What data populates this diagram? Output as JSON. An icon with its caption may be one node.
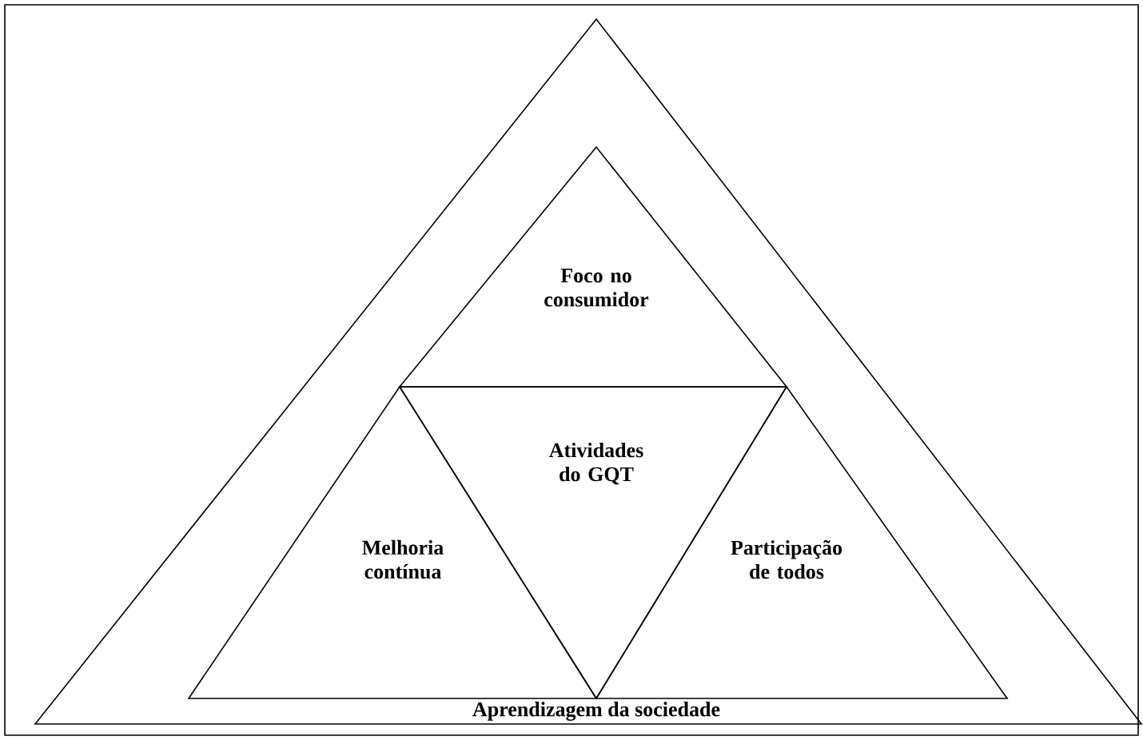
{
  "diagram": {
    "nodes": [
      {
        "text": [
          "Aprendizagem da sociedade"
        ]
      },
      {
        "text": [
          "Foco no consumidor"
        ],
        "in": 0
      },
      {
        "text": [
          "Melhoria contínua"
        ],
        "in": 0
      },
      {
        "text": [
          "Atividades do GQT"
        ],
        "in": 0
      },
      {
        "text": [
          "Participação de todos"
        ],
        "in": 0
      }
    ]
  }
}
